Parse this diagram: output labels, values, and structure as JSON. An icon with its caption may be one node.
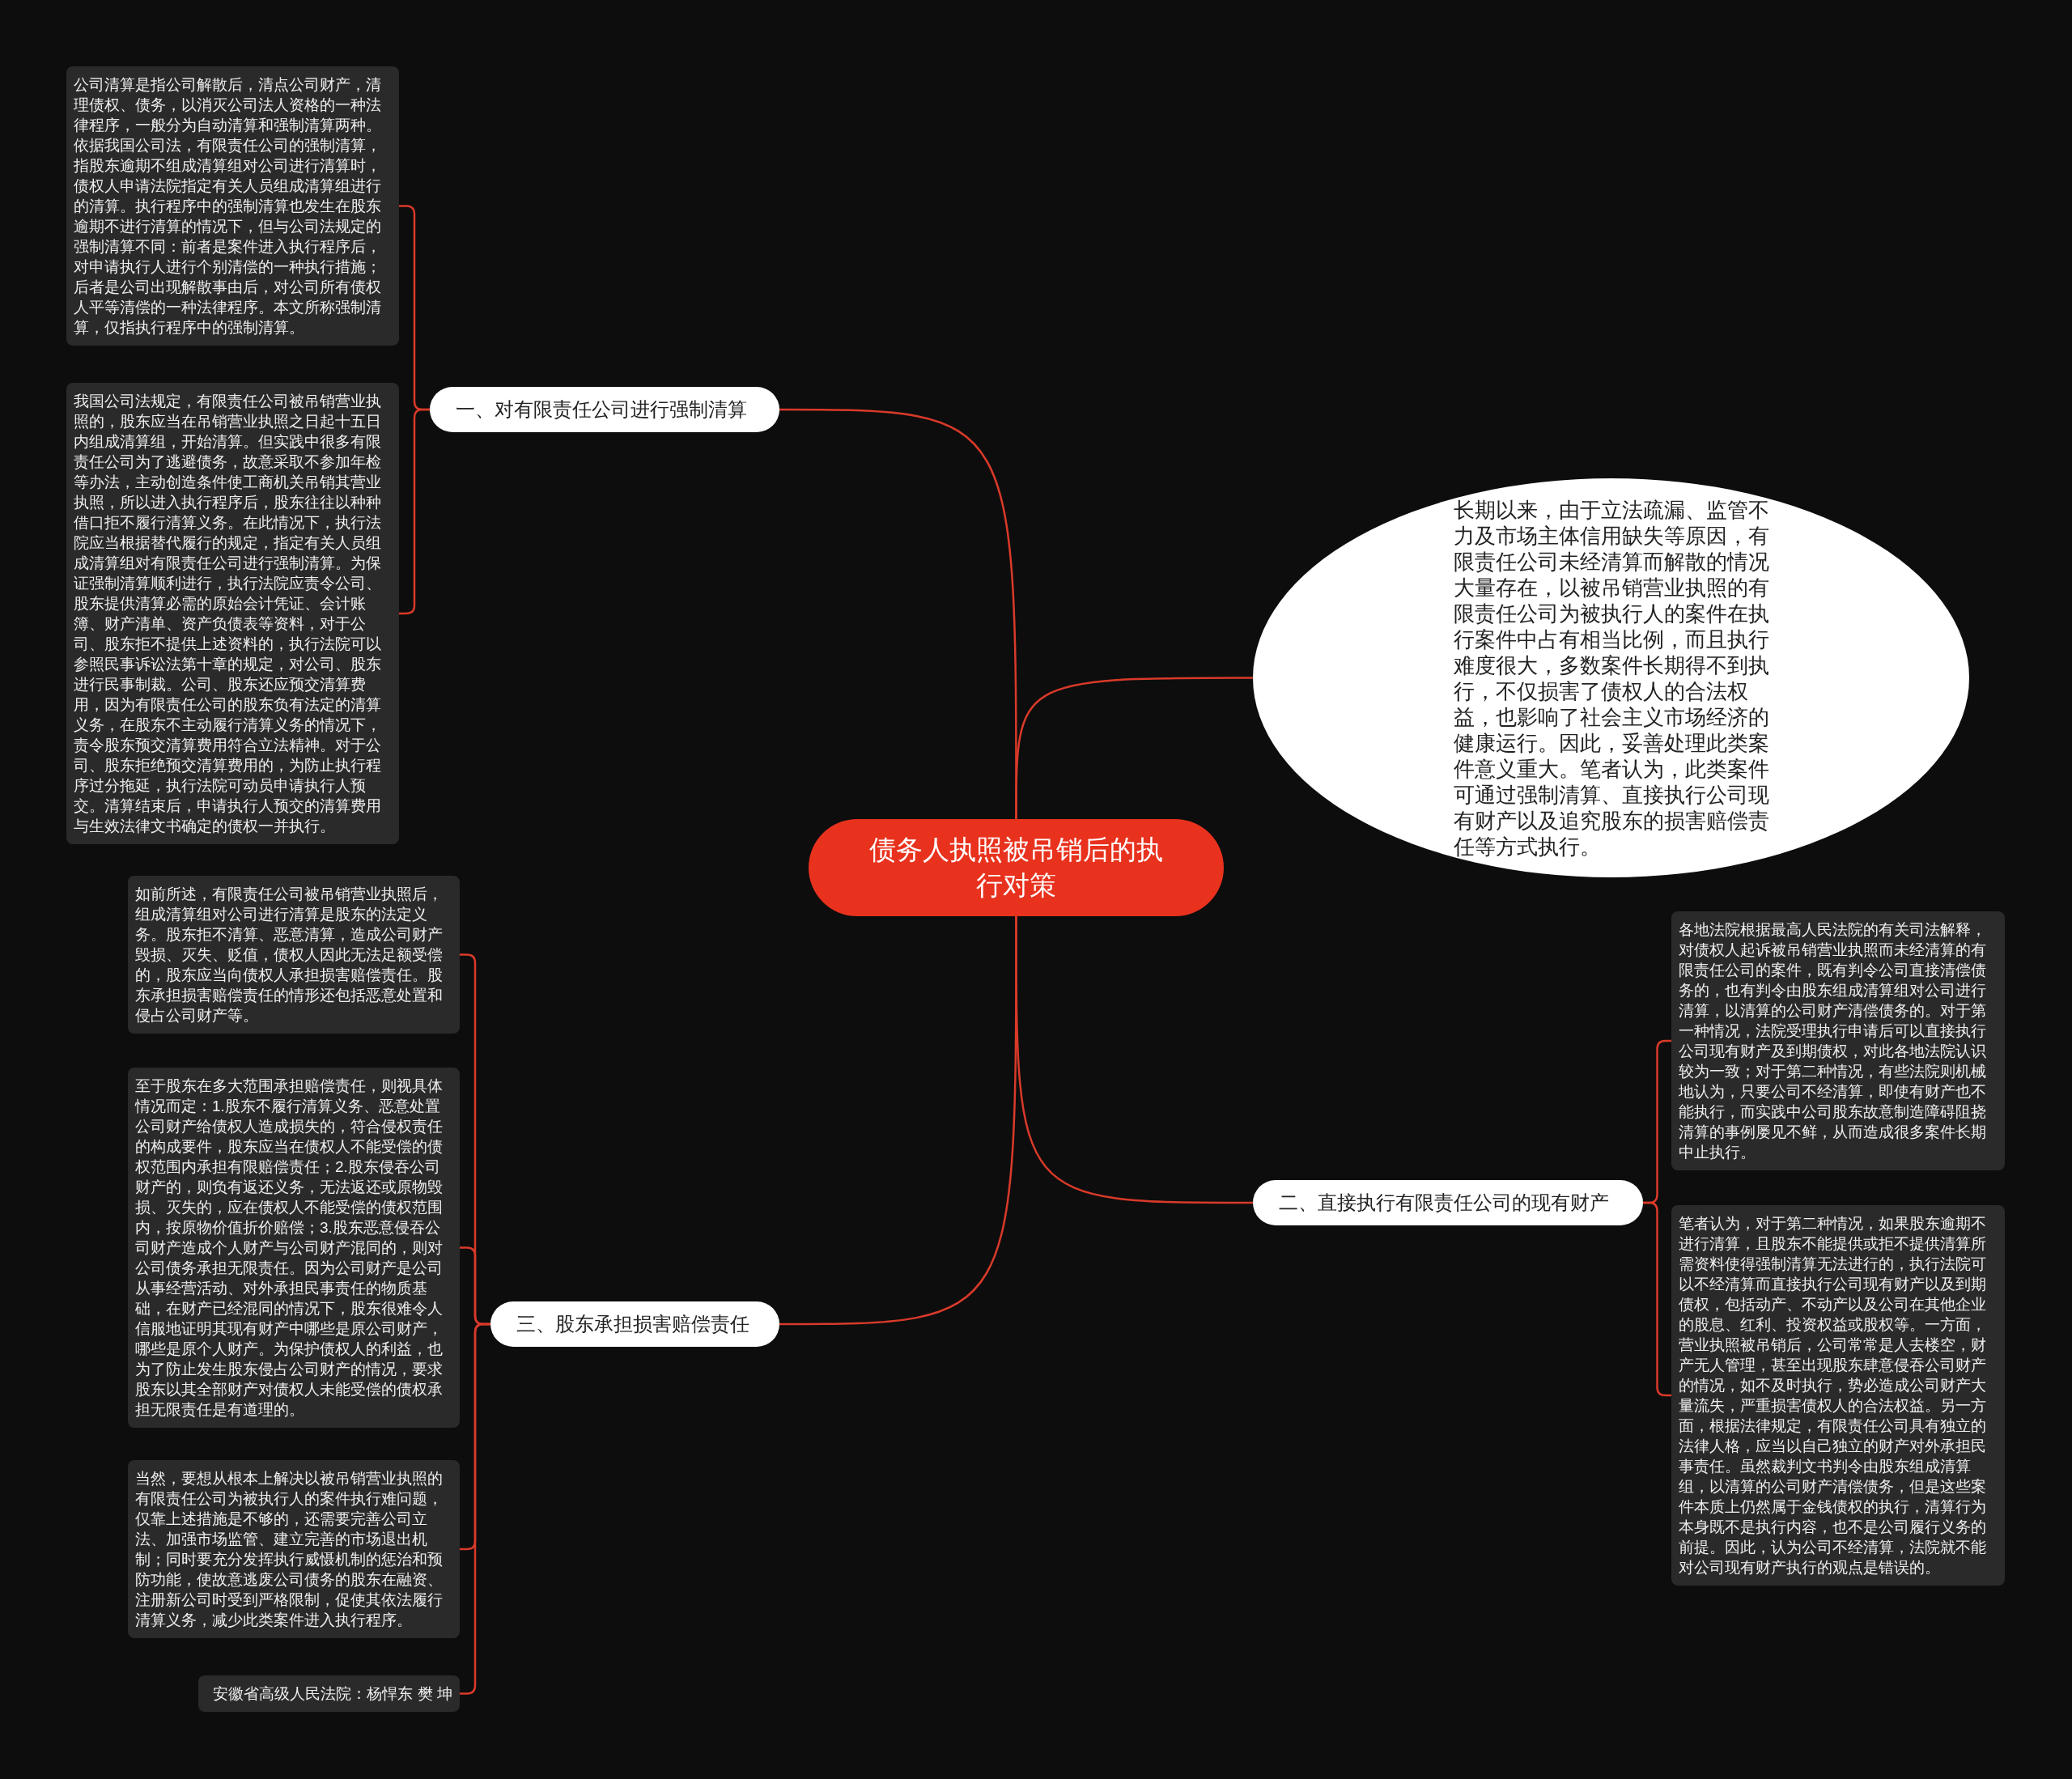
{
  "diagram": {
    "nodes": [
      {
        "text": [
          "债务人执照被吊销后的执行对策"
        ]
      },
      {
        "text": [
          "一、对有限责任公司进行强制清算"
        ]
      },
      {
        "text": [
          "公司清算是指公司解散后，清点公司财产，清理债权、债务，以消灭公司法人资格的一种法律程序，一般分为自动清算和强制清算两种。依据我国公司法，有限责任公司的强制清算，指股东逾期不组成清算组对公司进行清算时，债权人申请法院指定有关人员组成清算组进行的清算。执行程序中的强制清算也发生在股东逾期不进行清算的情况下，但与公司法规定的强制清算不同：前者是案件进入执行程序后，对申请执行人进行个别清偿的一种执行措施；后者是公司出现解散事由后，对公司所有债权人平等清偿的一种法律程序。本文所称强制清算，仅指执行程序中的强制清算。"
        ]
      },
      {
        "text": [
          "我国公司法规定，有限责任公司被吊销营业执照的，股东应当在吊销营业执照之日起十五日内组成清算组，开始清算。但实践中很多有限责任公司为了逃避债务，故意采取不参加年检等办法，主动创造条件使工商机关吊销其营业执照，所以进入执行程序后，股东往往以种种借口拒不履行清算义务。在此情况下，执行法院应当根据替代履行的规定，指定有关人员组成清算组对有限责任公司进行强制清算。为保证强制清算顺利进行，执行法院应责令公司、股东提供清算必需的原始会计凭证、会计账簿、财产清单、资产负债表等资料，对于公司、股东拒不提供上述资料的，执行法院可以参照民事诉讼法第十章的规定，对公司、股东进行民事制裁。公司、股东还应预交清算费用，因为有限责任公司的股东负有法定的清算义务，在股东不主动履行清算义务的情况下，责令股东预交清算费用符合立法精神。对于公司、股东拒绝预交清算费用的，为防止执行程序过分拖延，执行法院可动员申请执行人预交。清算结束后，申请执行人预交的清算费用与生效法律文书确定的债权一并执行。"
        ]
      },
      {
        "text": [
          "长期以来，由于立法疏漏、监管不力及市场主体信用缺失等原因，有限责任公司未经清算而解散的情况大量存在，以被吊销营业执照的有限责任公司为被执行人的案件在执行案件中占有相当比例，而且执行难度很大，多数案件长期得不到执行，不仅损害了债权人的合法权益，也影响了社会主义市场经济的健康运行。因此，妥善处理此类案件意义重大。笔者认为，此类案件可通过强制清算、直接执行公司现有财产以及追究股东的损害赔偿责任等方式执行。"
        ]
      },
      {
        "text": [
          "二、直接执行有限责任公司的现有财产"
        ]
      },
      {
        "text": [
          "各地法院根据最高人民法院的有关司法解释，对债权人起诉被吊销营业执照而未经清算的有限责任公司的案件，既有判令公司直接清偿债务的，也有判令由股东组成清算组对公司进行清算，以清算的公司财产清偿债务的。对于第一种情况，法院受理执行申请后可以直接执行公司现有财产及到期债权，对此各地法院认识较为一致；对于第二种情况，有些法院则机械地认为，只要公司不经清算，即使有财产也不能执行，而实践中公司股东故意制造障碍阻挠清算的事例屡见不鲜，从而造成很多案件长期中止执行。"
        ]
      },
      {
        "text": [
          "笔者认为，对于第二种情况，如果股东逾期不进行清算，且股东不能提供或拒不提供清算所需资料使得强制清算无法进行的，执行法院可以不经清算而直接执行公司现有财产以及到期债权，包括动产、不动产以及公司在其他企业的股息、红利、投资权益或股权等。一方面，营业执照被吊销后，公司常常是人去楼空，财产无人管理，甚至出现股东肆意侵吞公司财产的情况，如不及时执行，势必造成公司财产大量流失，严重损害债权人的合法权益。另一方面，根据法律规定，有限责任公司具有独立的法律人格，应当以自己独立的财产对外承担民事责任。虽然裁判文书判令由股东组成清算组，以清算的公司财产清偿债务，但是这些案件本质上仍然属于金钱债权的执行，清算行为本身既不是执行内容，也不是公司履行义务的前提。因此，认为公司不经清算，法院就不能对公司现有财产执行的观点是错误的。"
        ]
      },
      {
        "text": [
          "三、股东承担损害赔偿责任"
        ]
      },
      {
        "text": [
          "如前所述，有限责任公司被吊销营业执照后，组成清算组对公司进行清算是股东的法定义务。股东拒不清算、恶意清算，造成公司财产毁损、灭失、贬值，债权人因此无法足额受偿的，股东应当向债权人承担损害赔偿责任。股东承担损害赔偿责任的情形还包括恶意处置和侵占公司财产等。"
        ]
      },
      {
        "text": [
          "至于股东在多大范围承担赔偿责任，则视具体情况而定：1.股东不履行清算义务、恶意处置公司财产给债权人造成损失的，符合侵权责任的构成要件，股东应当在债权人不能受偿的债权范围内承担有限赔偿责任；2.股东侵吞公司财产的，则负有返还义务，无法返还或原物毁损、灭失的，应在债权人不能受偿的债权范围内，按原物价值折价赔偿；3.股东恶意侵吞公司财产造成个人财产与公司财产混同的，则对公司债务承担无限责任。因为公司财产是公司从事经营活动、对外承担民事责任的物质基础，在财产已经混同的情况下，股东很难令人信服地证明其现有财产中哪些是原公司财产，哪些是原个人财产。为保护债权人的利益，也为了防止发生股东侵占公司财产的情况，要求股东以其全部财产对债权人未能受偿的债权承担无限责任是有道理的。"
        ]
      },
      {
        "text": [
          "当然，要想从根本上解决以被吊销营业执照的有限责任公司为被执行人的案件执行难问题，仅靠上述措施是不够的，还需要完善公司立法、加强市场监管、建立完善的市场退出机制；同时要充分发挥执行威慑机制的惩治和预防功能，使故意逃废公司债务的股东在融资、注册新公司时受到严格限制，促使其依法履行清算义务，减少此类案件进入执行程序。"
        ]
      },
      {
        "text": [
          "安徽省高级人民法院：杨悍东 樊 坤"
        ]
      }
    ],
    "edges": [
      {
        "from": 0,
        "to": 1,
        "arrow": "none"
      },
      {
        "from": 1,
        "to": 2,
        "arrow": "none"
      },
      {
        "from": 1,
        "to": 3,
        "arrow": "none"
      },
      {
        "from": 0,
        "to": 4,
        "arrow": "none"
      },
      {
        "from": 0,
        "to": 5,
        "arrow": "none"
      },
      {
        "from": 5,
        "to": 6,
        "arrow": "none"
      },
      {
        "from": 5,
        "to": 7,
        "arrow": "none"
      },
      {
        "from": 0,
        "to": 8,
        "arrow": "none"
      },
      {
        "from": 8,
        "to": 9,
        "arrow": "none"
      },
      {
        "from": 8,
        "to": 10,
        "arrow": "none"
      },
      {
        "from": 8,
        "to": 11,
        "arrow": "none"
      },
      {
        "from": 8,
        "to": 12,
        "arrow": "none"
      }
    ]
  }
}
